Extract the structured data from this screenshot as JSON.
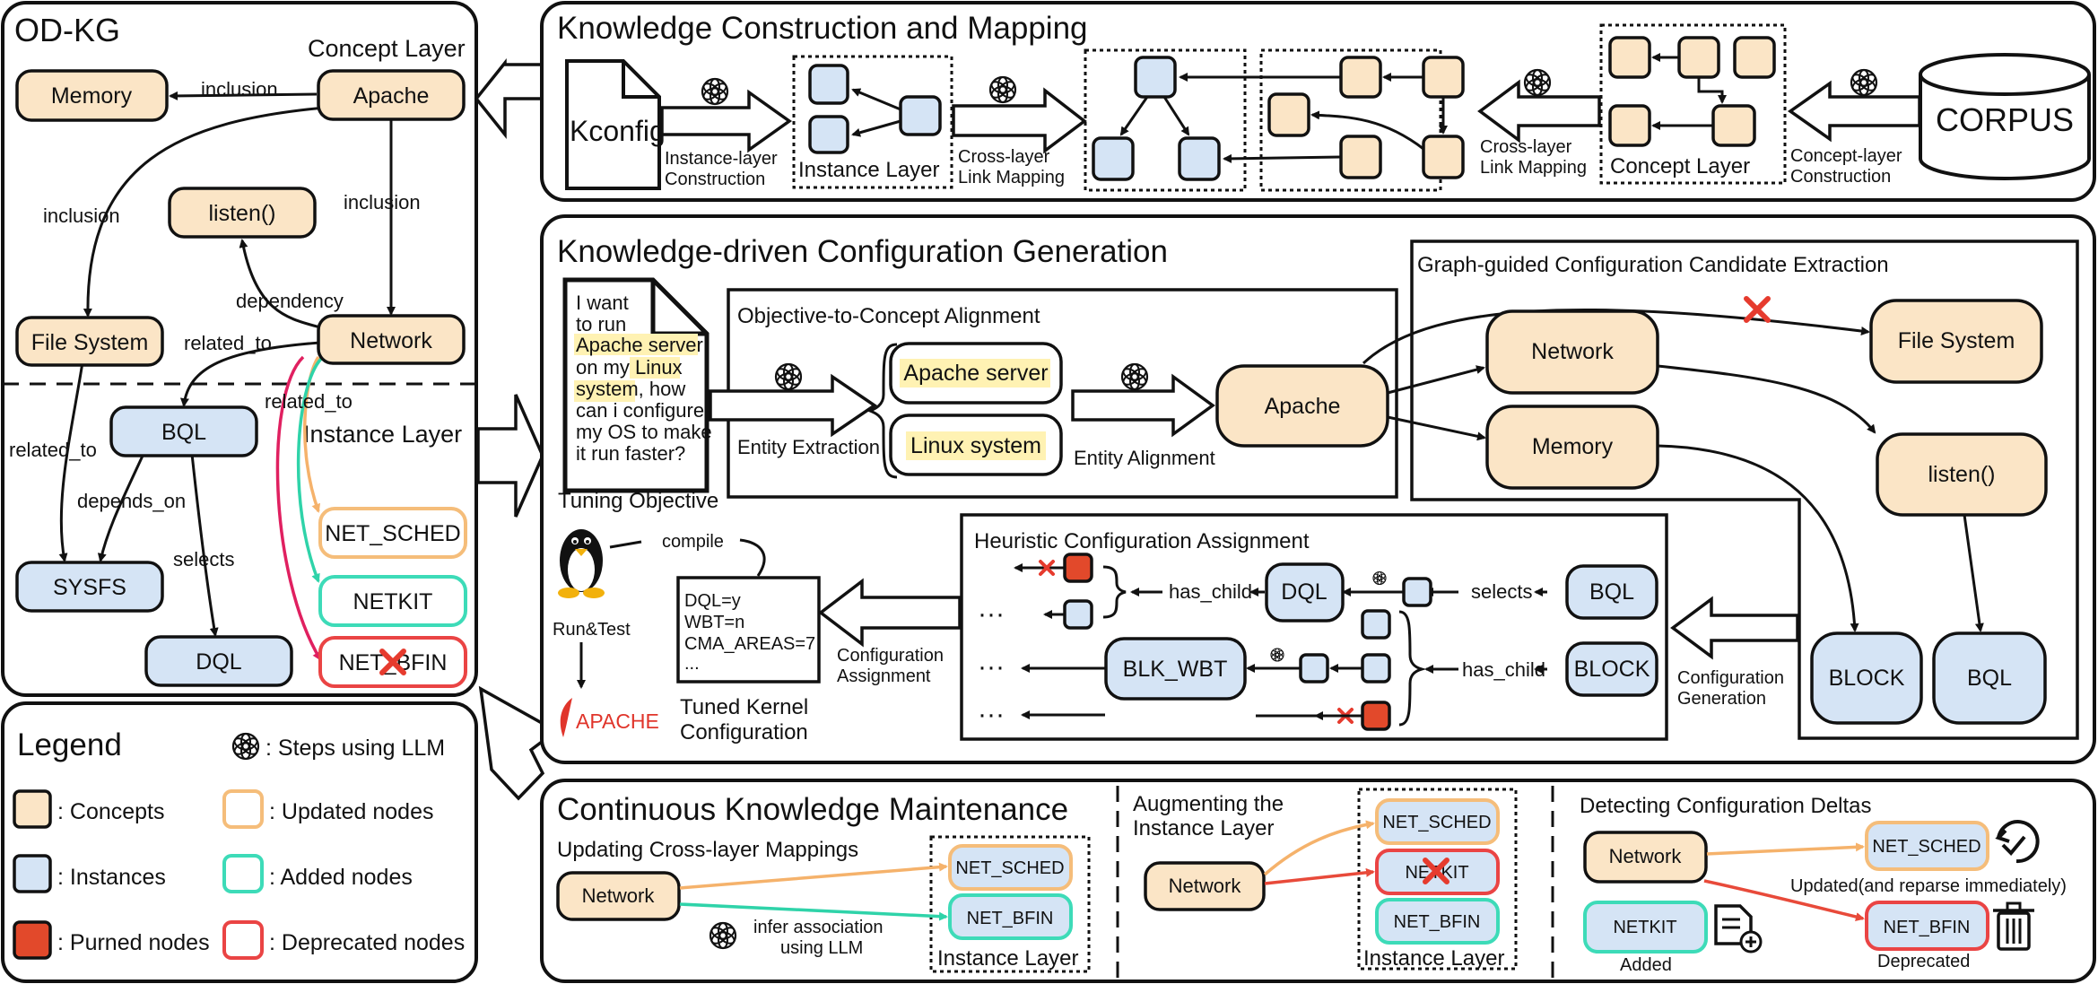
{
  "colors": {
    "concept": "#fbe5c6",
    "instance": "#d5e4f5",
    "pruned": "#e2492b",
    "updated": "#f5bd7a",
    "added": "#3ddbb8",
    "deprecated": "#ea4444",
    "highlight": "#fff2b3",
    "link_red": "#e02060"
  },
  "odkg": {
    "title": "OD-KG",
    "concept_layer": "Concept Layer",
    "instance_layer": "Instance Layer",
    "nodes": {
      "memory": "Memory",
      "apache": "Apache",
      "listen": "listen()",
      "file_system": "File System",
      "network": "Network",
      "bql": "BQL",
      "sysfs": "SYSFS",
      "dql": "DQL",
      "net_sched": "NET_SCHED",
      "netkit": "NETKIT",
      "net_bfin": "NET_BFIN"
    },
    "edges": {
      "inclusion": "inclusion",
      "dependency": "dependency",
      "related_to": "related_to",
      "depends_on": "depends_on",
      "selects": "selects"
    }
  },
  "legend": {
    "title": "Legend",
    "llm": ": Steps using LLM",
    "concepts": ": Concepts",
    "instances": ": Instances",
    "pruned": ": Purned nodes",
    "updated": ": Updated nodes",
    "added": ": Added nodes",
    "deprecated": ": Deprecated nodes"
  },
  "construction": {
    "title": "Knowledge Construction and Mapping",
    "kconfig": "Kconfig",
    "instance_layer_construction": [
      "Instance-layer",
      "Construction"
    ],
    "instance_layer": "Instance Layer",
    "cross_layer_link_mapping_1": [
      "Cross-layer",
      "Link Mapping"
    ],
    "cross_layer_link_mapping_2": [
      "Cross-layer",
      "Link Mapping"
    ],
    "concept_layer": "Concept Layer",
    "concept_layer_construction": [
      "Concept-layer",
      "Construction"
    ],
    "corpus": "CORPUS"
  },
  "generation": {
    "title": "Knowledge-driven Configuration Generation",
    "query_lines": [
      "I want",
      "to run",
      "Apache server",
      "on my Linux",
      "system, how",
      "can i configure",
      "my OS to make",
      "it run faster?"
    ],
    "tuning_objective": "Tuning Objective",
    "alignment_title": "Objective-to-Concept Alignment",
    "entity_extraction": "Entity Extraction",
    "entity_apache_server": "Apache server",
    "entity_linux_system": "Linux system",
    "entity_alignment": "Entity Alignment",
    "apache": "Apache",
    "candidate_title": "Graph-guided Configuration Candidate Extraction",
    "network": "Network",
    "memory": "Memory",
    "file_system": "File System",
    "listen": "listen()",
    "block": "BLOCK",
    "bql": "BQL",
    "configuration_generation": [
      "Configuration",
      "Generation"
    ],
    "heuristic_title": "Heuristic Configuration Assignment",
    "has_child": "has_child",
    "dql": "DQL",
    "selects": "selects",
    "bql_small": "BQL",
    "block_small": "BLOCK",
    "blk_wbt": "BLK_WBT",
    "ellipsis": "···",
    "configuration_assignment": [
      "Configuration",
      "Assignment"
    ],
    "kernel_config_lines": [
      "DQL=y",
      "WBT=n",
      "CMA_AREAS=7",
      "..."
    ],
    "tuned_kernel": [
      "Tuned Kernel",
      "Configuration"
    ],
    "compile": "compile",
    "run_test": "Run&Test",
    "apache_logo": "APACHE"
  },
  "maintenance": {
    "title": "Continuous Knowledge Maintenance",
    "updating_title": "Updating Cross-layer Mappings",
    "network": "Network",
    "net_sched": "NET_SCHED",
    "net_bfin": "NET_BFIN",
    "netkit": "NETKIT",
    "infer": [
      "infer association",
      "using LLM"
    ],
    "instance_layer": "Instance Layer",
    "augmenting_title": [
      "Augmenting the",
      "Instance Layer"
    ],
    "detecting_title": "Detecting Configuration Deltas",
    "updated_label": "Updated(and reparse immediately)",
    "added_label": "Added",
    "deprecated_label": "Deprecated"
  }
}
